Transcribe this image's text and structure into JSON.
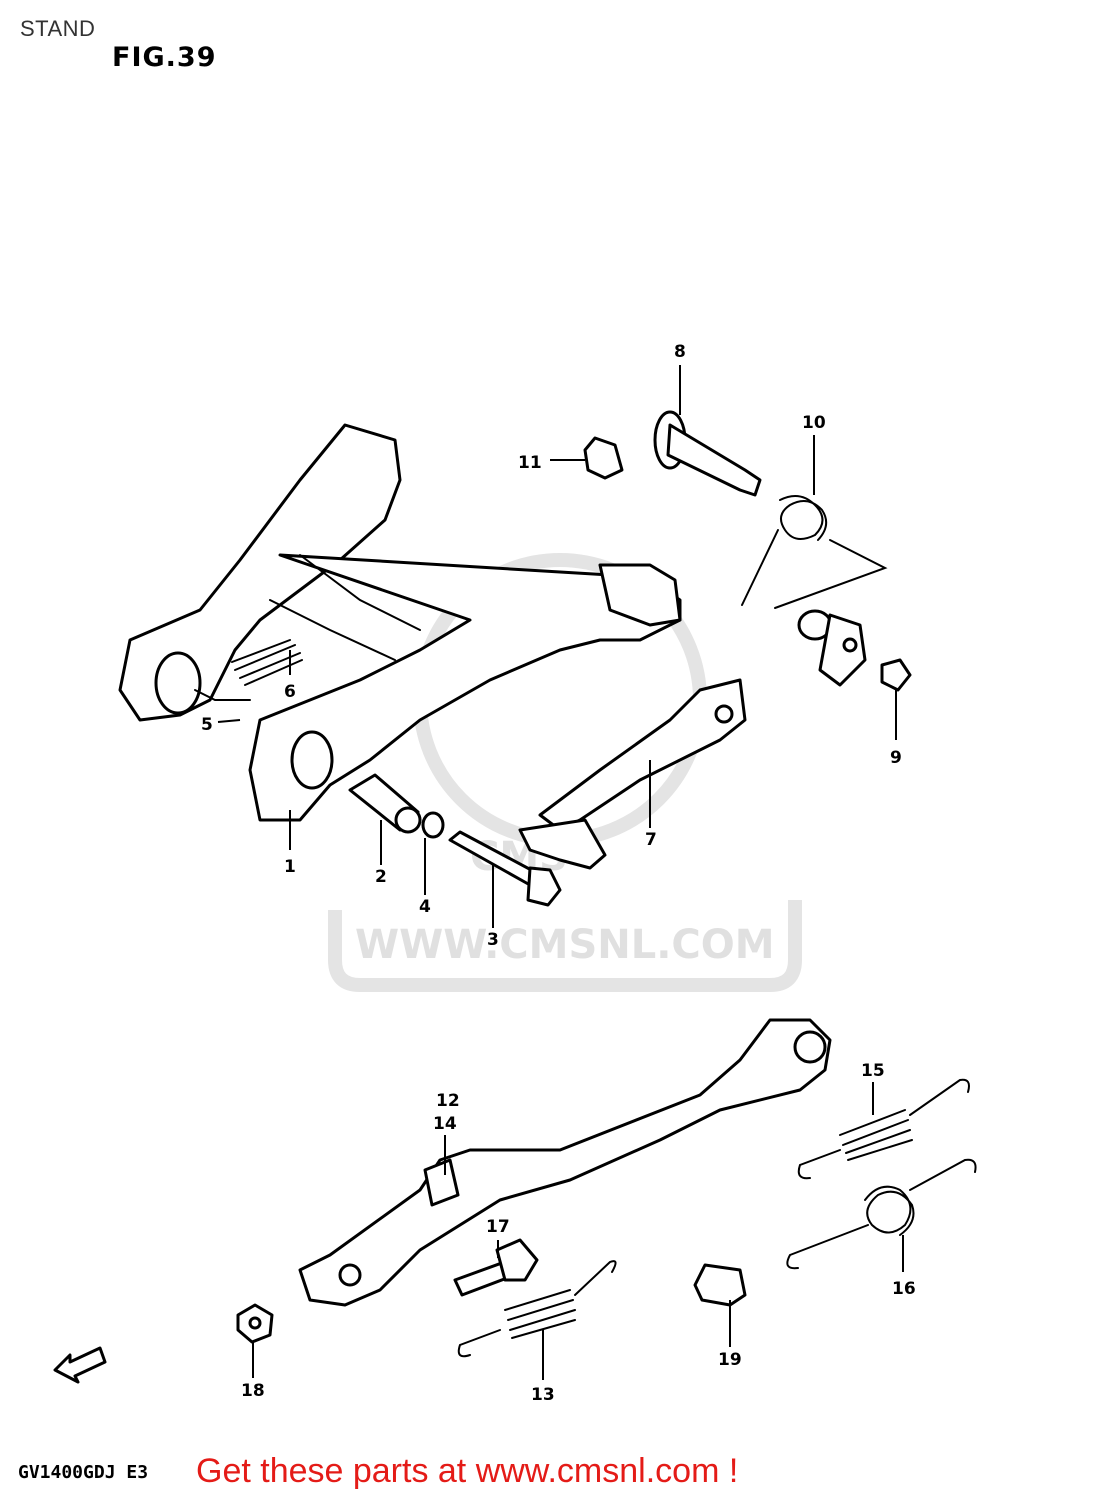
{
  "header": {
    "section": "STAND",
    "figure": "FIG.39"
  },
  "callouts": {
    "c1": "1",
    "c2": "2",
    "c3": "3",
    "c4": "4",
    "c5": "5",
    "c6": "6",
    "c7": "7",
    "c8": "8",
    "c9": "9",
    "c10": "10",
    "c11": "11",
    "c12": "12",
    "c13": "13",
    "c14": "14",
    "c15": "15",
    "c16": "16",
    "c17": "17",
    "c18": "18",
    "c19": "19"
  },
  "watermark": {
    "brand": "CMS",
    "url": "WWW.CMSNL.COM"
  },
  "footer": {
    "model": "GV1400GDJ E3",
    "cta": "Get these parts at www.cmsnl.com !"
  },
  "colors": {
    "cta": "#e41b17",
    "watermark": "#e0e0e0"
  }
}
